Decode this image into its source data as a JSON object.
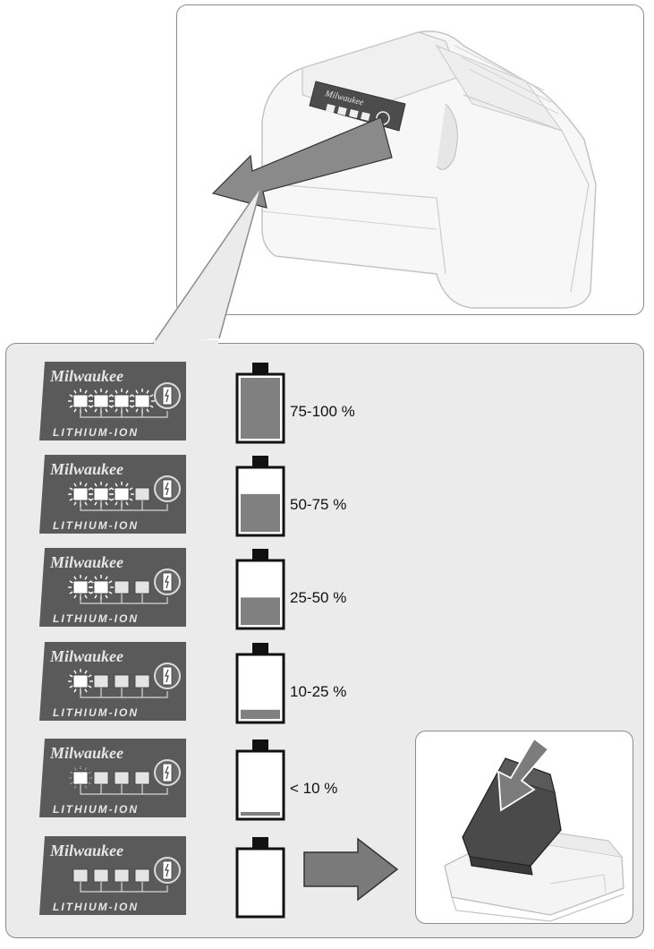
{
  "brand_badge": {
    "brand": "Milwaukee",
    "line": "LITHIUM-ION"
  },
  "charge_levels": [
    {
      "label": "75-100 %",
      "fill": 1.0,
      "lit": 4
    },
    {
      "label": "50-75 %",
      "fill": 0.62,
      "lit": 3
    },
    {
      "label": "25-50 %",
      "fill": 0.45,
      "lit": 2
    },
    {
      "label": "10-25 %",
      "fill": 0.15,
      "lit": 1
    },
    {
      "label": "< 10 %",
      "fill": 0.06,
      "lit": 1,
      "blink": true
    },
    {
      "label": "",
      "fill": 0.0,
      "lit": 0
    }
  ],
  "colors": {
    "panel_bg": "#ebebeb",
    "badge_bg": "#5a5a5a",
    "battery_fill": "#808080",
    "arrow_fill": "#7a7a7a"
  }
}
